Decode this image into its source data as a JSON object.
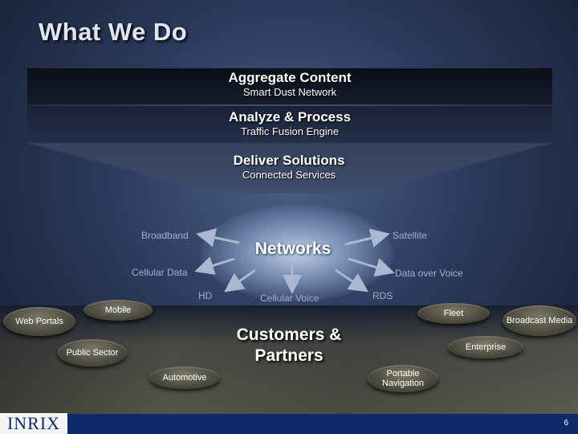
{
  "title": "What We Do",
  "bands": [
    {
      "title": "Aggregate Content",
      "subtitle": "Smart Dust Network"
    },
    {
      "title": "Analyze & Process",
      "subtitle": "Traffic Fusion Engine"
    },
    {
      "title": "Deliver Solutions",
      "subtitle": "Connected Services"
    }
  ],
  "networks": {
    "title": "Networks",
    "labels": {
      "broadband": "Broadband",
      "satellite": "Satellite",
      "cellular_data": "Cellular Data",
      "data_over_voice": "Data over Voice",
      "hd": "HD",
      "cellular_voice": "Cellular Voice",
      "rds": "RDS"
    }
  },
  "customers": {
    "title_line1": "Customers &",
    "title_line2": "Partners",
    "segments": {
      "web_portals": "Web Portals",
      "mobile": "Mobile",
      "public_sector": "Public Sector",
      "automotive": "Automotive",
      "fleet": "Fleet",
      "broadcast_media": "Broadcast Media",
      "enterprise": "Enterprise",
      "portable_navigation": "Portable Navigation"
    }
  },
  "footer": {
    "logo_text": "INRIX",
    "page_number": "6"
  },
  "colors": {
    "background": "#2b3a5c",
    "footer_bar": "#0e2a6b",
    "network_label": "#9fb0cc"
  }
}
